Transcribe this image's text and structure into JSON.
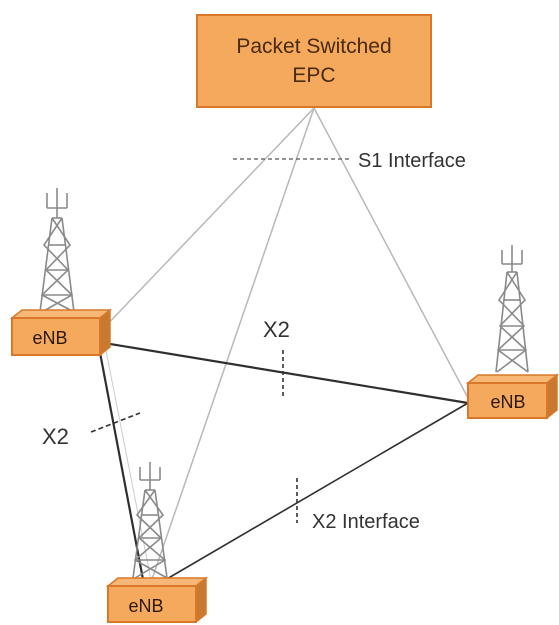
{
  "epc": {
    "line1": "Packet Switched",
    "line2": "EPC"
  },
  "enodebs": [
    {
      "label": "eNB"
    },
    {
      "label": "eNB"
    },
    {
      "label": "eNB"
    }
  ],
  "labels": {
    "s1_interface": "S1 Interface",
    "x2_top": "X2",
    "x2_left": "X2",
    "x2_interface": "X2 Interface"
  },
  "colors": {
    "box_fill": "#f5a95c",
    "box_border": "#d9782a",
    "box_side": "#c9782f",
    "tower": "#8a8a8a",
    "s1_line": "#b8b8b8",
    "x2_line": "#2f2f2f"
  }
}
